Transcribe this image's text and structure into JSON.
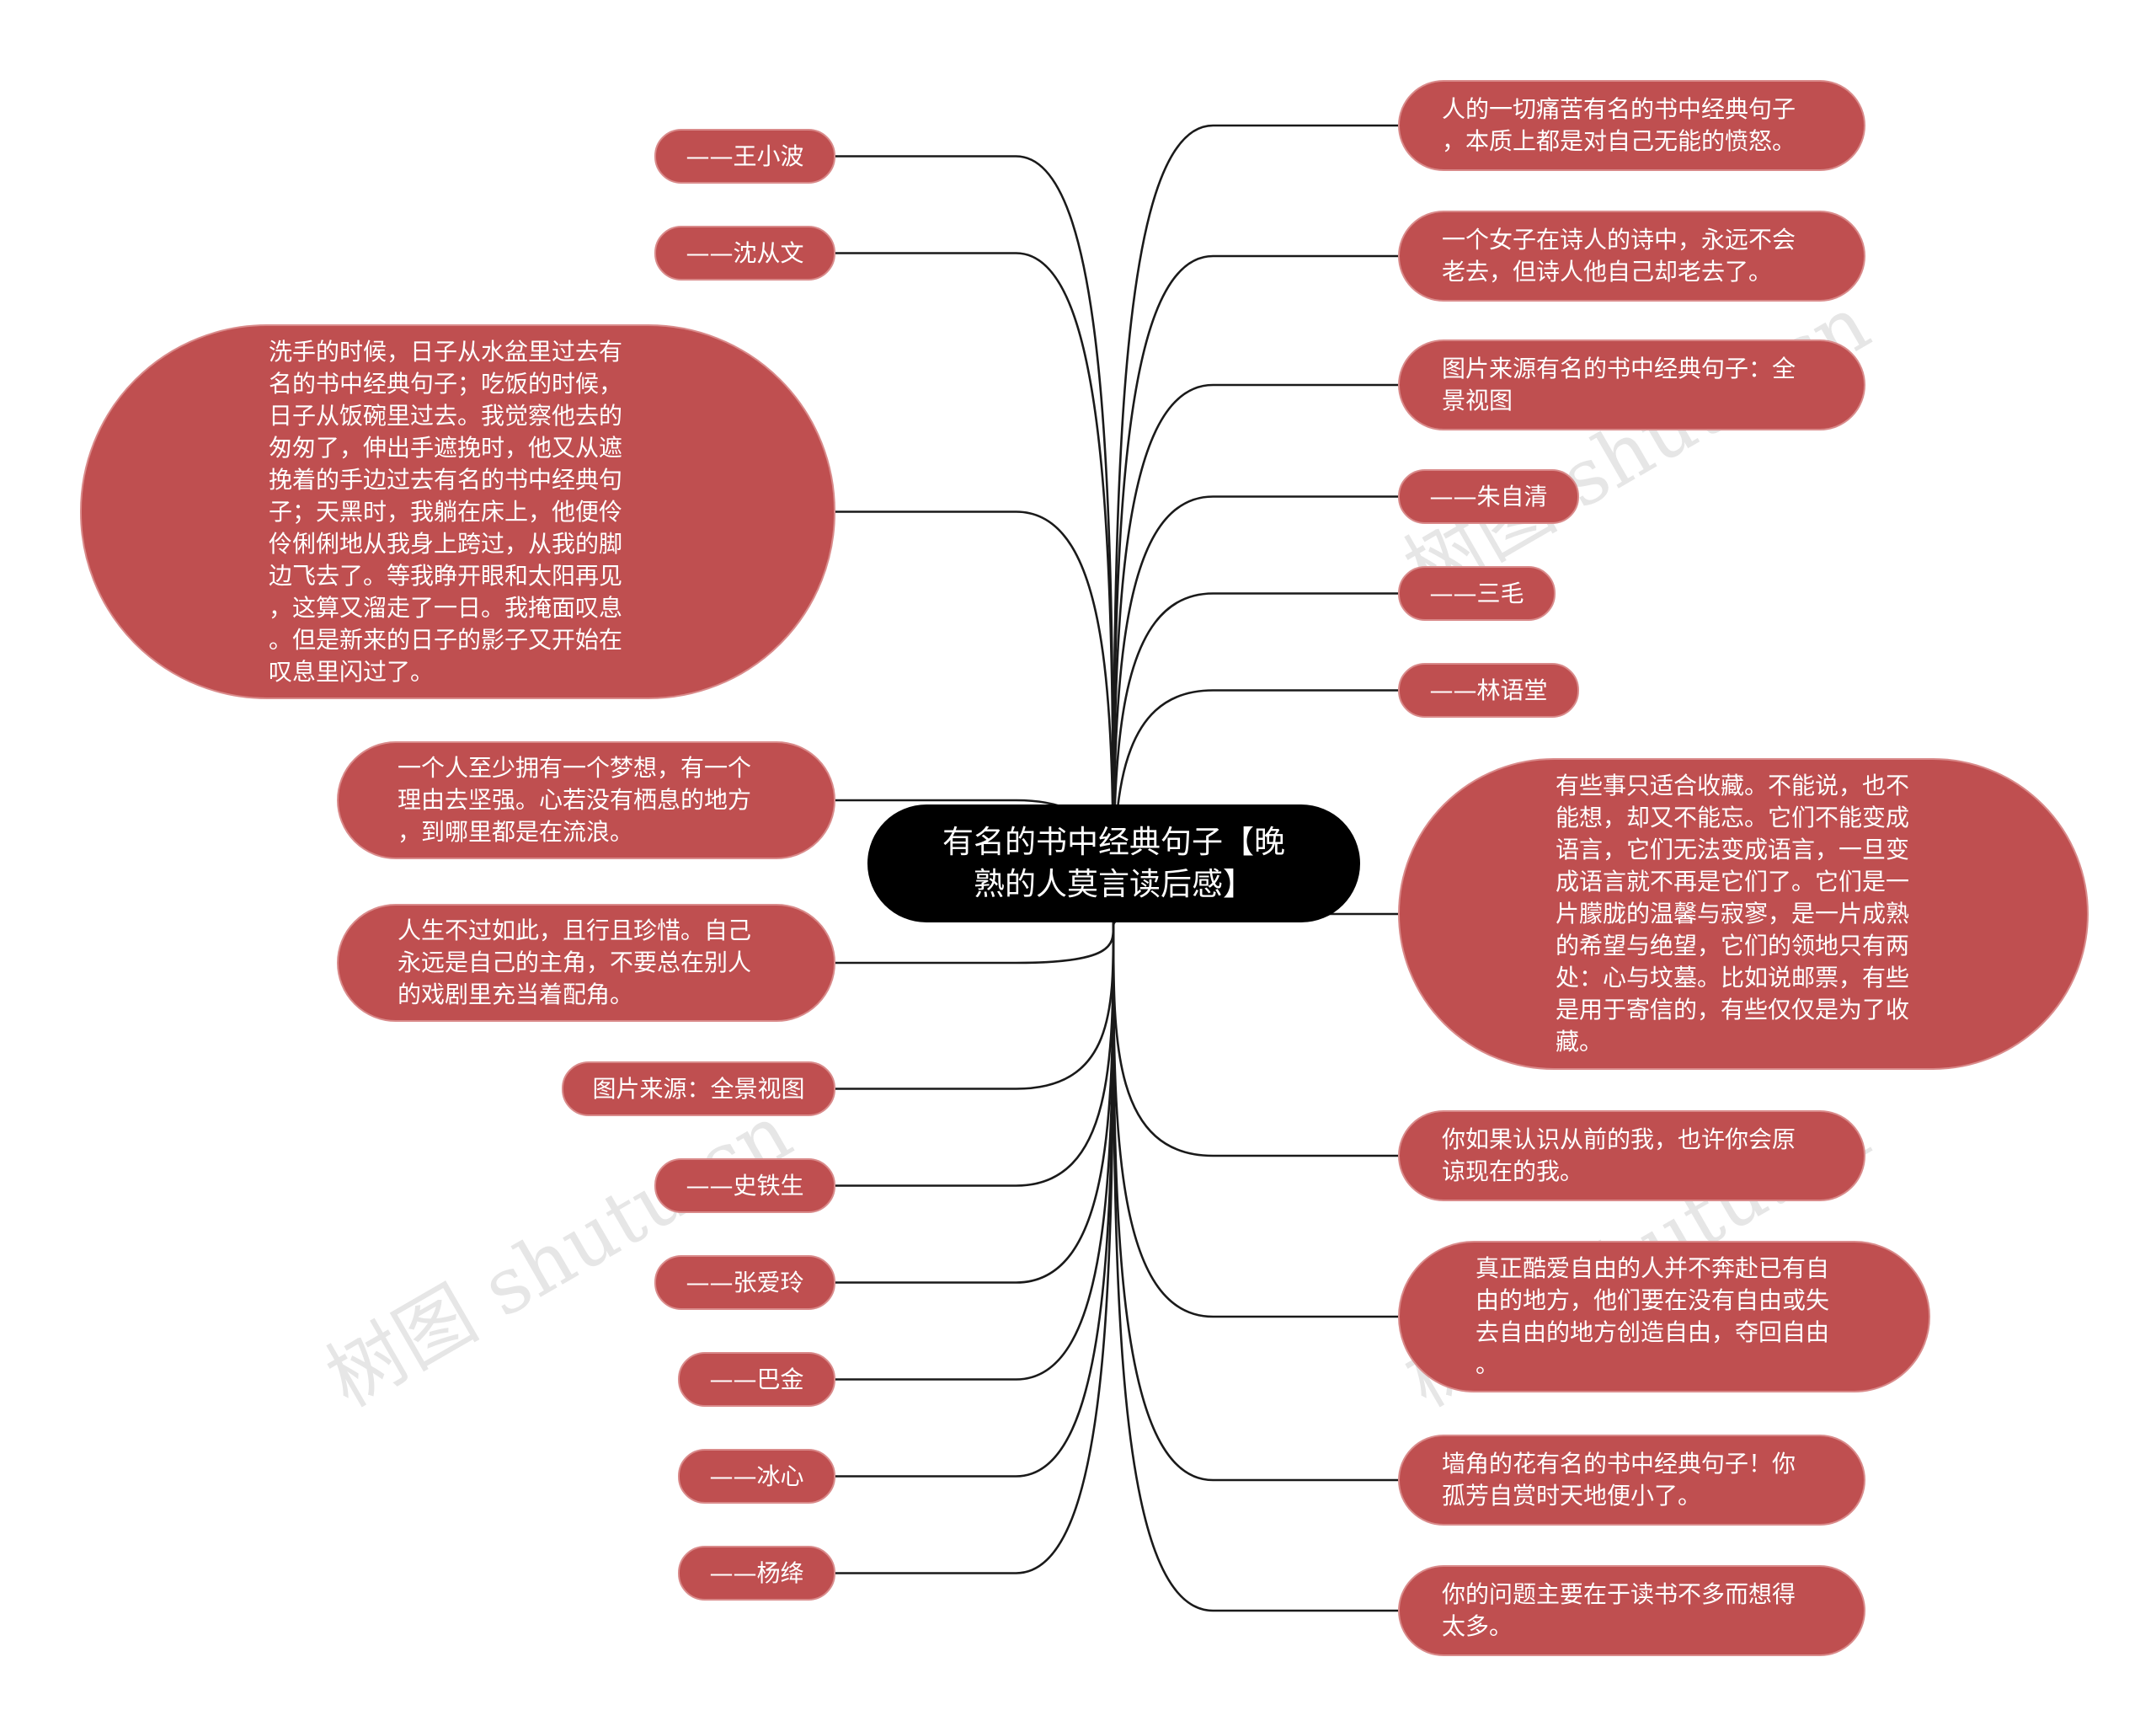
{
  "title": {
    "lines": [
      "有名的书中经典句子【晚",
      "熟的人莫言读后感】"
    ]
  },
  "watermark": {
    "text": "树图 shutu.cn"
  },
  "left_nodes": [
    {
      "lines": [
        "——王小波"
      ]
    },
    {
      "lines": [
        "——沈从文"
      ]
    },
    {
      "lines": [
        "洗手的时候，日子从水盆里过去有",
        "名的书中经典句子；吃饭的时候，",
        "日子从饭碗里过去。我觉察他去的",
        "匆匆了，伸出手遮挽时，他又从遮",
        "挽着的手边过去有名的书中经典句",
        "子；天黑时，我躺在床上，他便伶",
        "伶俐俐地从我身上跨过，从我的脚",
        "边飞去了。等我睁开眼和太阳再见",
        "，这算又溜走了一日。我掩面叹息",
        "。但是新来的日子的影子又开始在",
        "叹息里闪过了。"
      ]
    },
    {
      "lines": [
        "一个人至少拥有一个梦想，有一个",
        "理由去坚强。心若没有栖息的地方",
        "，到哪里都是在流浪。"
      ]
    },
    {
      "lines": [
        "人生不过如此，且行且珍惜。自己",
        "永远是自己的主角，不要总在别人",
        "的戏剧里充当着配角。"
      ]
    },
    {
      "lines": [
        "图片来源：全景视图"
      ]
    },
    {
      "lines": [
        "——史铁生"
      ]
    },
    {
      "lines": [
        "——张爱玲"
      ]
    },
    {
      "lines": [
        "——巴金"
      ]
    },
    {
      "lines": [
        "——冰心"
      ]
    },
    {
      "lines": [
        "——杨绛"
      ]
    }
  ],
  "right_nodes": [
    {
      "lines": [
        "人的一切痛苦有名的书中经典句子",
        "，本质上都是对自己无能的愤怒。"
      ]
    },
    {
      "lines": [
        "一个女子在诗人的诗中，永远不会",
        "老去，但诗人他自己却老去了。"
      ]
    },
    {
      "lines": [
        "图片来源有名的书中经典句子：全",
        "景视图"
      ]
    },
    {
      "lines": [
        "——朱自清"
      ]
    },
    {
      "lines": [
        "——三毛"
      ]
    },
    {
      "lines": [
        "——林语堂"
      ]
    },
    {
      "lines": [
        "有些事只适合收藏。不能说，也不",
        "能想，却又不能忘。它们不能变成",
        "语言，它们无法变成语言，一旦变",
        "成语言就不再是它们了。它们是一",
        "片朦胧的温馨与寂寥，是一片成熟",
        "的希望与绝望，它们的领地只有两",
        "处：心与坟墓。比如说邮票，有些",
        "是用于寄信的，有些仅仅是为了收",
        "藏。"
      ]
    },
    {
      "lines": [
        "你如果认识从前的我，也许你会原",
        "谅现在的我。"
      ]
    },
    {
      "lines": [
        "真正酷爱自由的人并不奔赴已有自",
        "由的地方，他们要在没有自由或失",
        "去自由的地方创造自由，夺回自由",
        "。"
      ]
    },
    {
      "lines": [
        "墙角的花有名的书中经典句子！你",
        "孤芳自赏时天地便小了。"
      ]
    },
    {
      "lines": [
        "你的问题主要在于读书不多而想得",
        "太多。"
      ]
    }
  ]
}
